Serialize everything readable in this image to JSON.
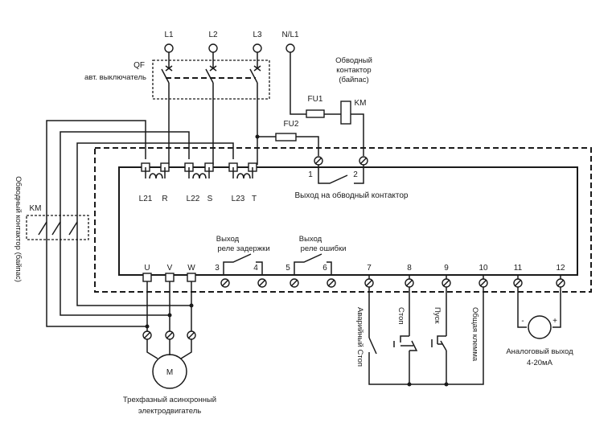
{
  "supply": {
    "l1": "L1",
    "l2": "L2",
    "l3": "L3",
    "n_l1": "N/L1"
  },
  "breaker": {
    "id": "QF",
    "name": "авт. выключатель"
  },
  "bypass_contactor_top": {
    "line1": "Обводный",
    "line2": "контактор",
    "line3": "(байпас)"
  },
  "fuses": {
    "fu1": "FU1",
    "fu2": "FU2"
  },
  "km_coil": "KM",
  "km_side": "KM",
  "bypass_contactor_side": "Обводный контактор (байпас)",
  "softstarter": {
    "inputs": [
      "L21",
      "R",
      "L22",
      "S",
      "L23",
      "T"
    ],
    "bypass_terminals": [
      "1",
      "2"
    ],
    "bypass_output": "Выход на обводный контактор",
    "outputs": [
      "U",
      "V",
      "W"
    ],
    "bottom_terminals": [
      "3",
      "4",
      "5",
      "6",
      "7",
      "8",
      "9",
      "10",
      "11",
      "12"
    ],
    "delay_relay": {
      "line1": "Выход",
      "line2": "реле задержки"
    },
    "error_relay": {
      "line1": "Выход",
      "line2": "реле ошибки"
    }
  },
  "controls": {
    "emergency_stop": "Аварийный Стоп",
    "stop": "Стоп",
    "start": "Пуск",
    "common": "Общая клемма"
  },
  "analog": {
    "minus": "-",
    "plus": "+",
    "line1": "Аналоговый выход",
    "line2": "4-20мА"
  },
  "motor": {
    "symbol": "M",
    "line1": "Трехфазный асинхронный",
    "line2": "электродвигатель"
  }
}
